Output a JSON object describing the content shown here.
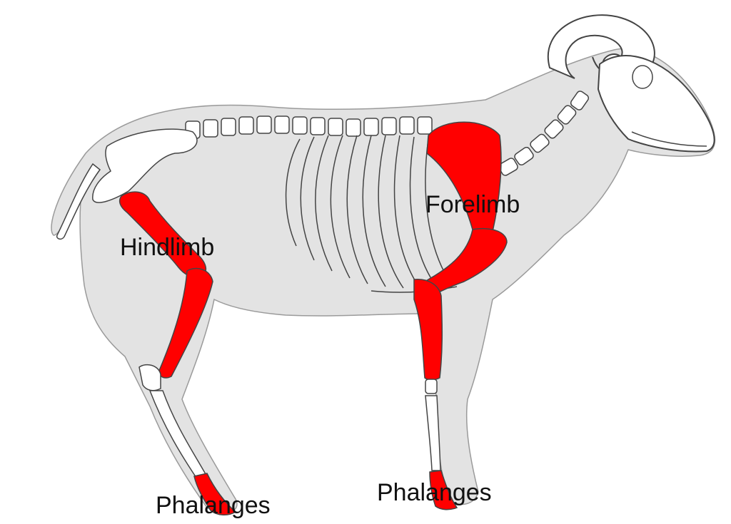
{
  "labels": {
    "forelimb": "Forelimb",
    "hindlimb": "Hindlimb",
    "phalanges_hind": "Phalanges",
    "phalanges_fore": "Phalanges"
  },
  "colors": {
    "silhouette": "#e3e3e3",
    "bone": "#ffffff",
    "outline": "#444444",
    "highlight": "#ff0000",
    "text": "#111111"
  }
}
